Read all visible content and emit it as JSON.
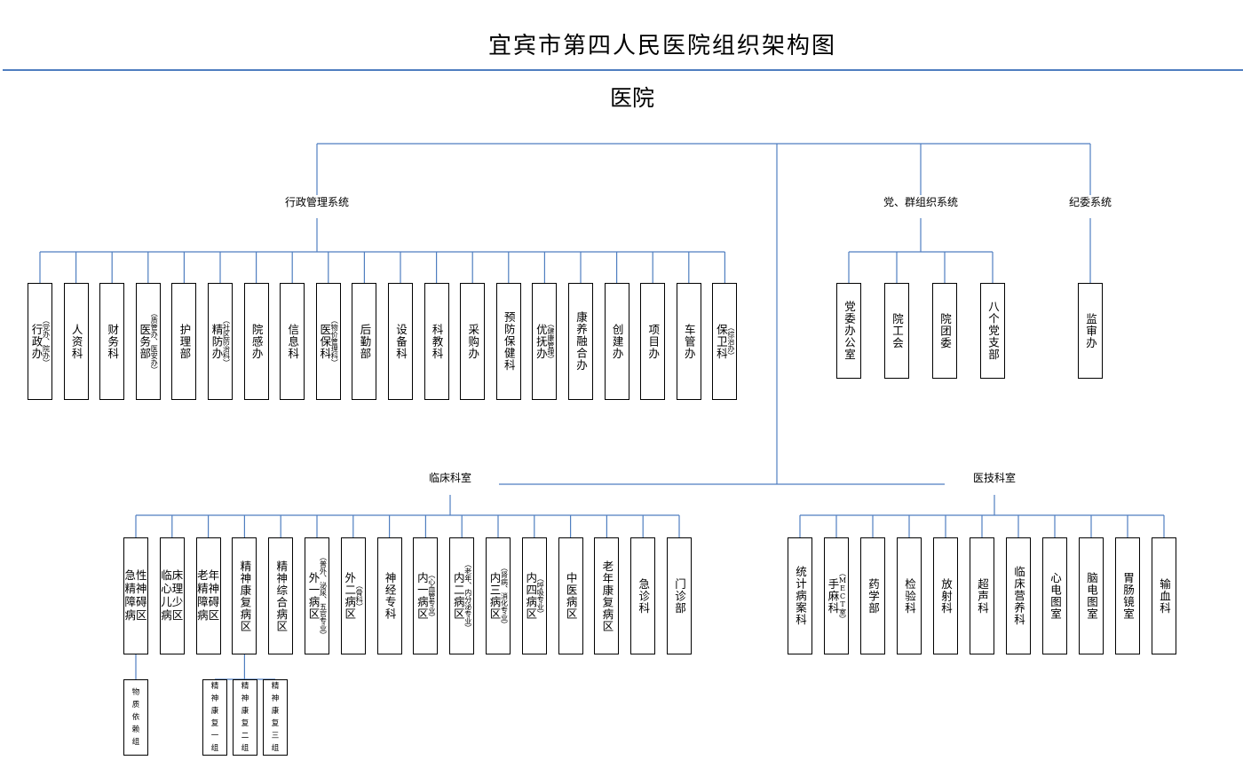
{
  "title": "宜宾市第四人民医院组织架构图",
  "root": "医院",
  "colors": {
    "line": "#4f7ec0",
    "box_border": "#000000"
  },
  "groups": {
    "admin": {
      "label": "行政管理系统",
      "items": [
        {
          "main": "行政办",
          "sub": "（党办、院办）"
        },
        {
          "main": "人资科"
        },
        {
          "main": "财务科"
        },
        {
          "main": "医务部",
          "sub": "（质管办、医安办）"
        },
        {
          "main": "护理部"
        },
        {
          "main": "精防办",
          "sub": "（社区防治科）"
        },
        {
          "main": "院感办"
        },
        {
          "main": "信息科"
        },
        {
          "main": "医保科",
          "sub": "（物价管理科）"
        },
        {
          "main": "后勤部"
        },
        {
          "main": "设备科"
        },
        {
          "main": "科教科"
        },
        {
          "main": "采购办"
        },
        {
          "main": "预防保健科"
        },
        {
          "main": "优抚办",
          "sub": "（健康管理）"
        },
        {
          "main": "康养融合办"
        },
        {
          "main": "创建办"
        },
        {
          "main": "项目办"
        },
        {
          "main": "车管办"
        },
        {
          "main": "保卫科",
          "sub": "（综治办）"
        }
      ]
    },
    "party": {
      "label": "党、群组织系统",
      "items": [
        {
          "main": "党委办公室"
        },
        {
          "main": "院工会"
        },
        {
          "main": "院团委"
        },
        {
          "main": "八个党支部"
        }
      ]
    },
    "discipline": {
      "label": "纪委系统",
      "items": [
        {
          "main": "监审办"
        }
      ]
    },
    "clinical": {
      "label": "临床科室",
      "items": [
        {
          "main": "急性精神障碍病区",
          "lines": [
            "急性",
            "精神",
            "障碍",
            "病区"
          ]
        },
        {
          "main": "临床心理儿少病区",
          "lines": [
            "临床",
            "心理",
            "儿少",
            "病区"
          ]
        },
        {
          "main": "老年精神障碍病区",
          "lines": [
            "老年",
            "精神",
            "障碍",
            "病区"
          ]
        },
        {
          "main": "精神康复病区"
        },
        {
          "main": "精神综合病区"
        },
        {
          "main": "外一病区",
          "sub": "（普外、泌尿、五官专业）"
        },
        {
          "main": "外二病区",
          "sub": "（骨科）"
        },
        {
          "main": "神经专科"
        },
        {
          "main": "内一病区",
          "sub": "（心血管专业）"
        },
        {
          "main": "内二病区",
          "sub": "（老年、内分泌专业）"
        },
        {
          "main": "内三病区",
          "sub": "（肾病、消化专业）"
        },
        {
          "main": "内四病区",
          "sub": "（呼吸专业）"
        },
        {
          "main": "中医病区"
        },
        {
          "main": "老年康复病区"
        },
        {
          "main": "急诊科"
        },
        {
          "main": "门诊部"
        }
      ],
      "sub_units": {
        "under_acute": [
          {
            "label": "物质依赖组",
            "lines": [
              "物",
              "质",
              "依",
              "赖",
              "组"
            ]
          }
        ],
        "under_rehab": [
          {
            "label": "精神康复一组",
            "lines": [
              "精",
              "神",
              "康",
              "复",
              "一",
              "组"
            ]
          },
          {
            "label": "精神康复二组",
            "lines": [
              "精",
              "神",
              "康",
              "复",
              "二",
              "组"
            ]
          },
          {
            "label": "精神康复三组",
            "lines": [
              "精",
              "神",
              "康",
              "复",
              "三",
              "组"
            ]
          }
        ]
      }
    },
    "medtech": {
      "label": "医技科室",
      "items": [
        {
          "main": "统计病案科"
        },
        {
          "main": "手麻科",
          "sub": "（MECT室）"
        },
        {
          "main": "药学部"
        },
        {
          "main": "检验科"
        },
        {
          "main": "放射科"
        },
        {
          "main": "超声科"
        },
        {
          "main": "临床营养科"
        },
        {
          "main": "心电图室"
        },
        {
          "main": "脑电图室"
        },
        {
          "main": "胃肠镜室"
        },
        {
          "main": "输血科"
        }
      ]
    }
  }
}
